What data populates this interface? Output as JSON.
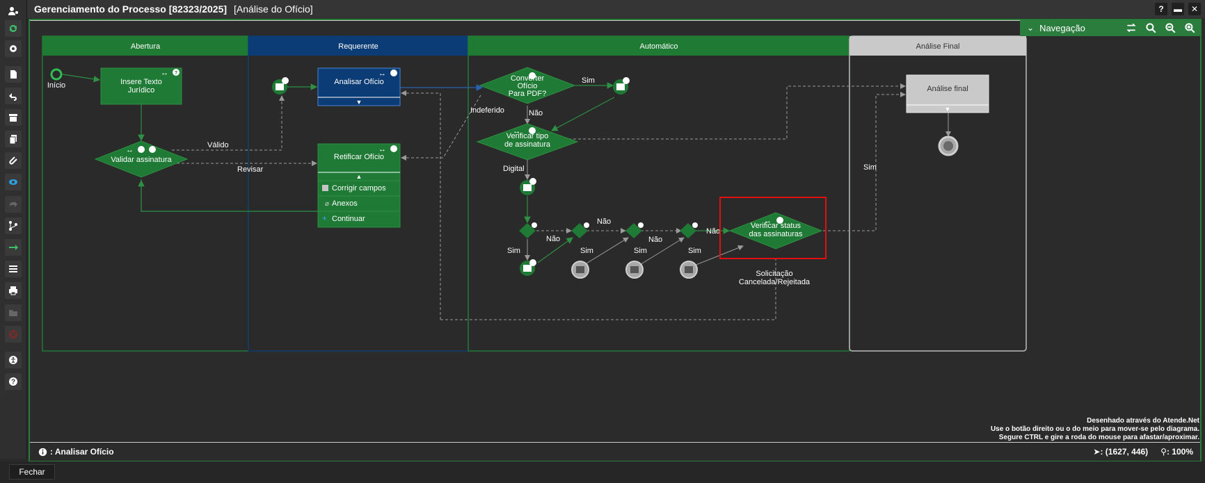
{
  "window": {
    "title": "Gerenciamento do Processo [82323/2025]",
    "subtitle": "[Análise do Ofício]"
  },
  "navigation": {
    "label": "Navegação"
  },
  "lanes": [
    {
      "label": "Abertura"
    },
    {
      "label": "Requerente"
    },
    {
      "label": "Automático"
    },
    {
      "label": "Análise Final"
    }
  ],
  "nodes": {
    "inicio": "Início",
    "insere_texto": [
      "Insere Texto",
      "Jurídico"
    ],
    "validar": "Validar assinatura",
    "analisar": "Analisar Ofício",
    "retificar": "Retificar Ofício",
    "retificar_actions": [
      "Corrigir campos",
      "Anexos",
      "Continuar"
    ],
    "converter": [
      "Converter",
      "Ofício",
      "Para PDF?"
    ],
    "verificar_tipo": [
      "Verificar tipo",
      "de assinatura"
    ],
    "verificar_status": [
      "Verificar status",
      "das assinaturas"
    ],
    "analise_final": "Análise final"
  },
  "edge_labels": {
    "valido": "Válido",
    "revisar": "Revisar",
    "sim": "Sim",
    "nao": "Não",
    "indeferido": "Indeferido",
    "digital": "Digital",
    "solicitacao": [
      "Solicitação",
      "Cancelada/Rejeitada"
    ]
  },
  "footer_note": [
    "Desenhado através do Atende.Net",
    "Use o botão direito ou o do meio para mover-se pelo diagrama.",
    "Segure CTRL e gire a roda do mouse para afastar/aproximar."
  ],
  "status": {
    "current_step": ": Analisar Ofício",
    "cursor": ": (1627, 446)",
    "zoom": ": 100%"
  },
  "buttons": {
    "fechar": "Fechar"
  },
  "colors": {
    "green": "#1e7a34",
    "blue": "#0c3c75",
    "gray": "#c9c9c9",
    "highlight": "#e01010"
  }
}
